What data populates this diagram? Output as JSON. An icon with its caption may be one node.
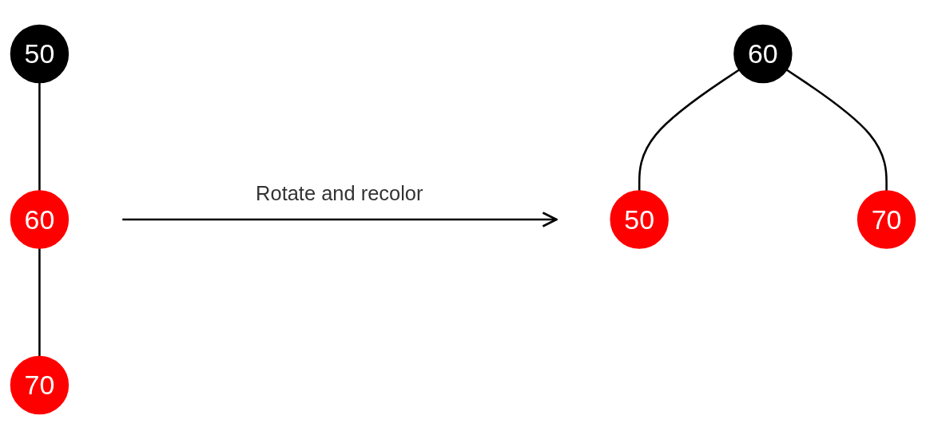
{
  "diagram": {
    "nodes": [
      {
        "text": [
          "50"
        ]
      },
      {
        "text": [
          "60"
        ]
      },
      {
        "text": [
          "70"
        ]
      },
      {
        "text": [
          "60"
        ]
      },
      {
        "text": [
          "50"
        ]
      },
      {
        "text": [
          "70"
        ]
      }
    ],
    "edges": [
      {
        "from": 0,
        "to": 1,
        "arrow": "none"
      },
      {
        "from": 1,
        "to": 2,
        "arrow": "none"
      },
      {
        "from": 3,
        "to": 4,
        "arrow": "none"
      },
      {
        "from": 3,
        "to": 5,
        "arrow": "none"
      }
    ],
    "labels": [
      "Rotate and recolor"
    ]
  }
}
